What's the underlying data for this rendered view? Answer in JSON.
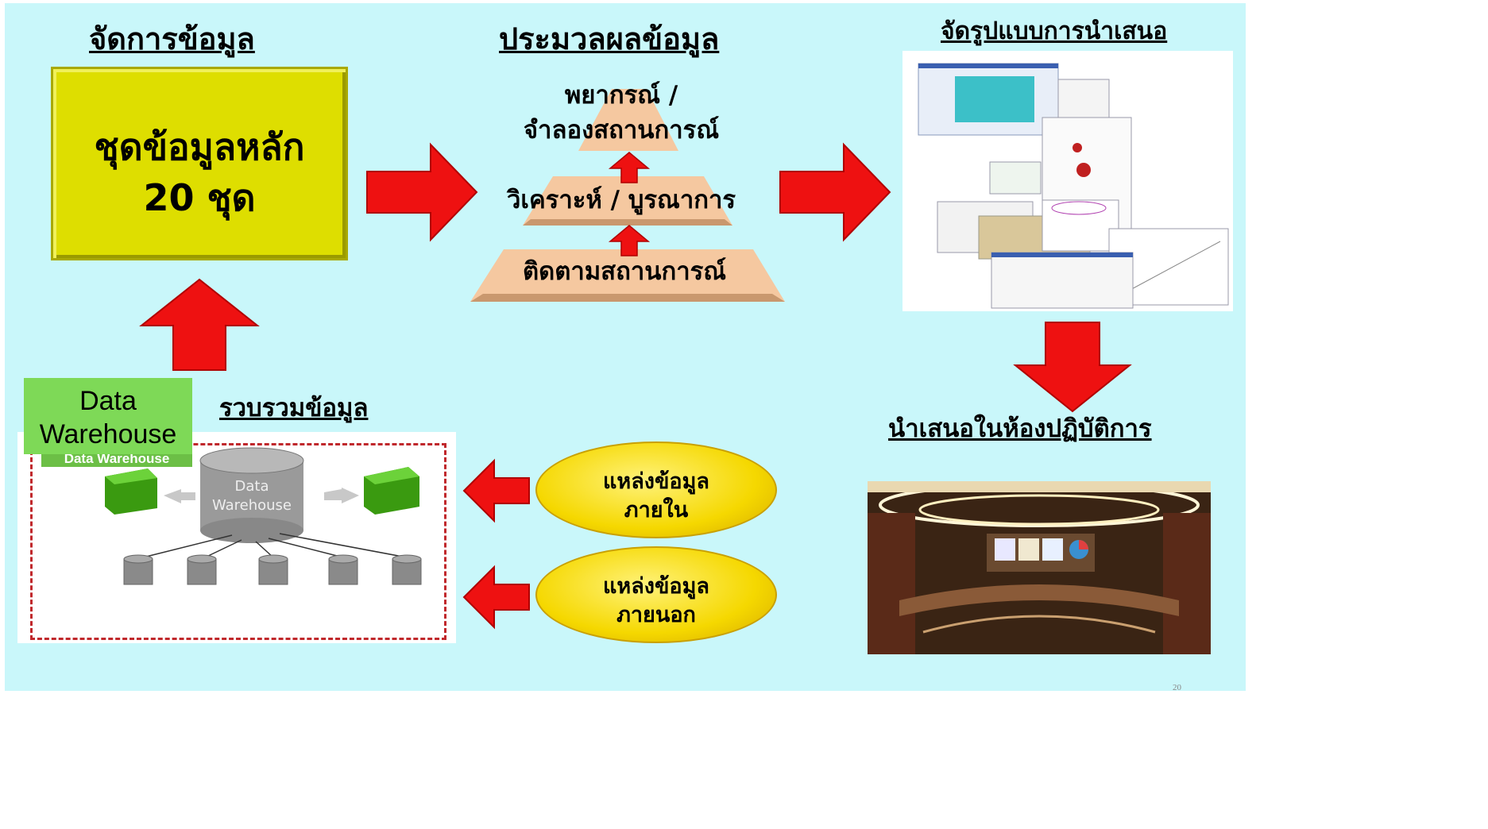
{
  "headers": {
    "manage": "จัดการข้อมูล",
    "process": "ประมวลผลข้อมูล",
    "format": "จัดรูปแบบการนำเสนอ",
    "collect": "รวบรวมข้อมูล",
    "present": "นำเสนอในห้องปฏิบัติการ"
  },
  "main_box": {
    "line1": "ชุดข้อมูลหลัก",
    "line2": "20 ชุด"
  },
  "pyramid": {
    "top_line1": "พยากรณ์ /",
    "top_line2": "จำลองสถานการณ์",
    "middle": "วิเคราะห์ / บูรณาการ",
    "bottom": "ติดตามสถานการณ์"
  },
  "data_warehouse": {
    "label_line1": "Data",
    "label_line2": "Warehouse",
    "image_caption": "Data Warehouse",
    "cylinder_line1": "Data",
    "cylinder_line2": "Warehouse"
  },
  "sources": {
    "internal_line1": "แหล่งข้อมูล",
    "internal_line2": "ภายใน",
    "external_line1": "แหล่งข้อมูล",
    "external_line2": "ภายนอก"
  },
  "page_number": "20",
  "colors": {
    "background": "#c9f7fa",
    "main_box": "#dede00",
    "arrow": "#ee1111",
    "pyramid": "#f5c8a0",
    "source_oval": "#f5d800",
    "warehouse_label": "#7ed957"
  }
}
